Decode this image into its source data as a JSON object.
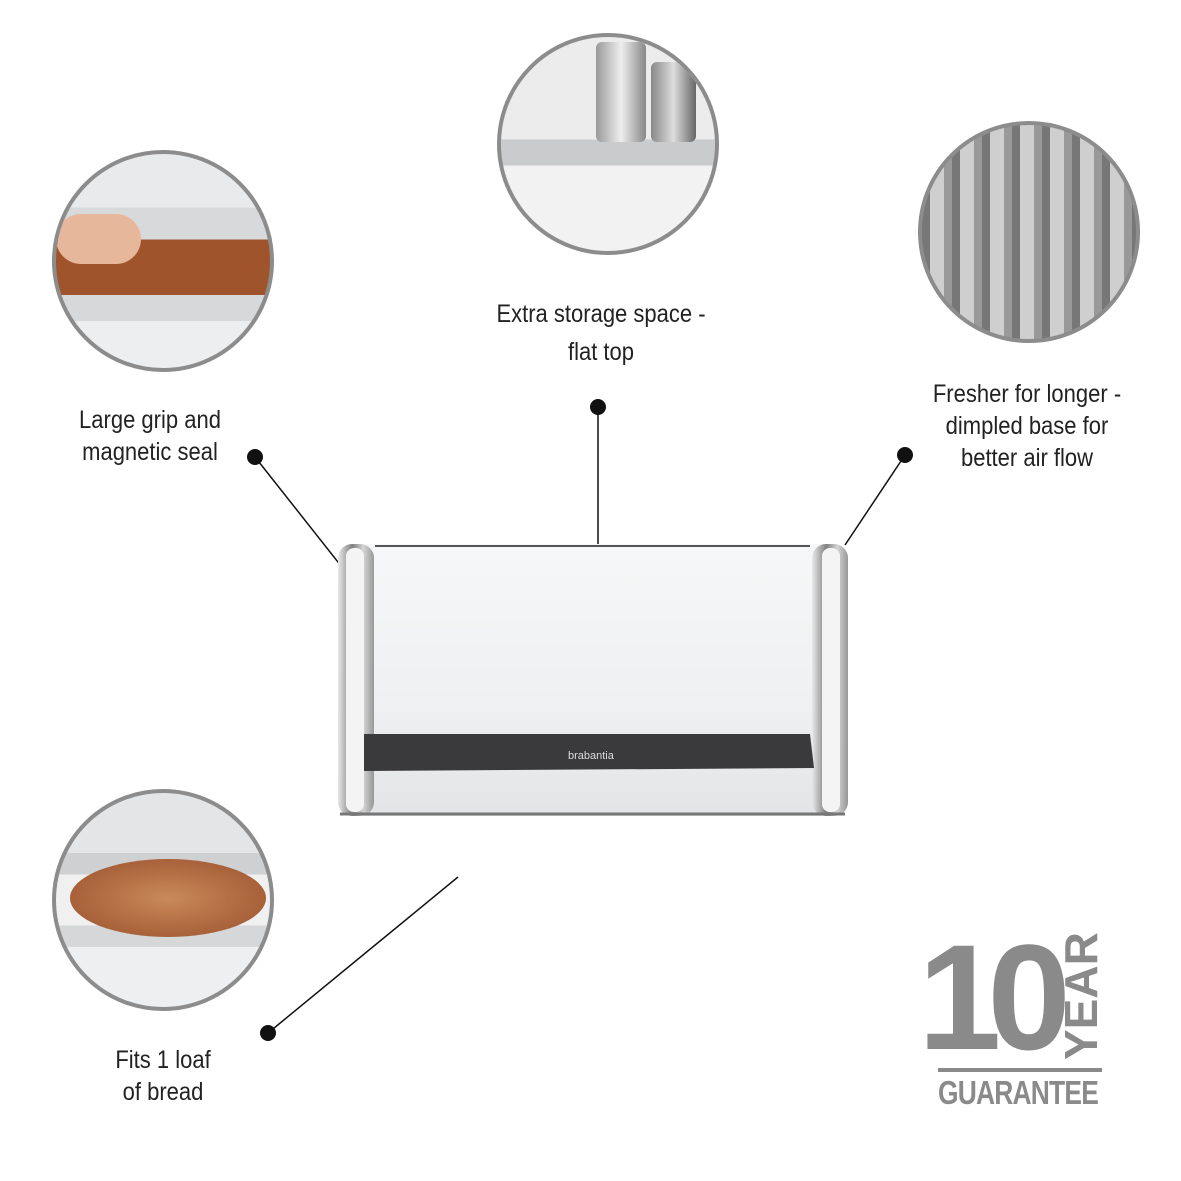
{
  "features": [
    {
      "id": "grip",
      "lines": [
        "Large grip and",
        "magnetic seal"
      ]
    },
    {
      "id": "storage",
      "lines": [
        "Extra storage space -",
        "flat top"
      ]
    },
    {
      "id": "fresher",
      "lines": [
        "Fresher for longer -",
        "dimpled base for",
        "better air flow"
      ]
    },
    {
      "id": "loaf",
      "lines": [
        "Fits 1 loaf",
        "of bread"
      ]
    }
  ],
  "product": {
    "brand_label": "brabantia"
  },
  "guarantee": {
    "number": "10",
    "unit": "YEAR",
    "word": "GUARANTEE"
  },
  "colors": {
    "circle_border": "#8c8c8c",
    "badge": "#8a8a8a",
    "grip": "#3a3a3c",
    "body": "#f1f2f3"
  }
}
